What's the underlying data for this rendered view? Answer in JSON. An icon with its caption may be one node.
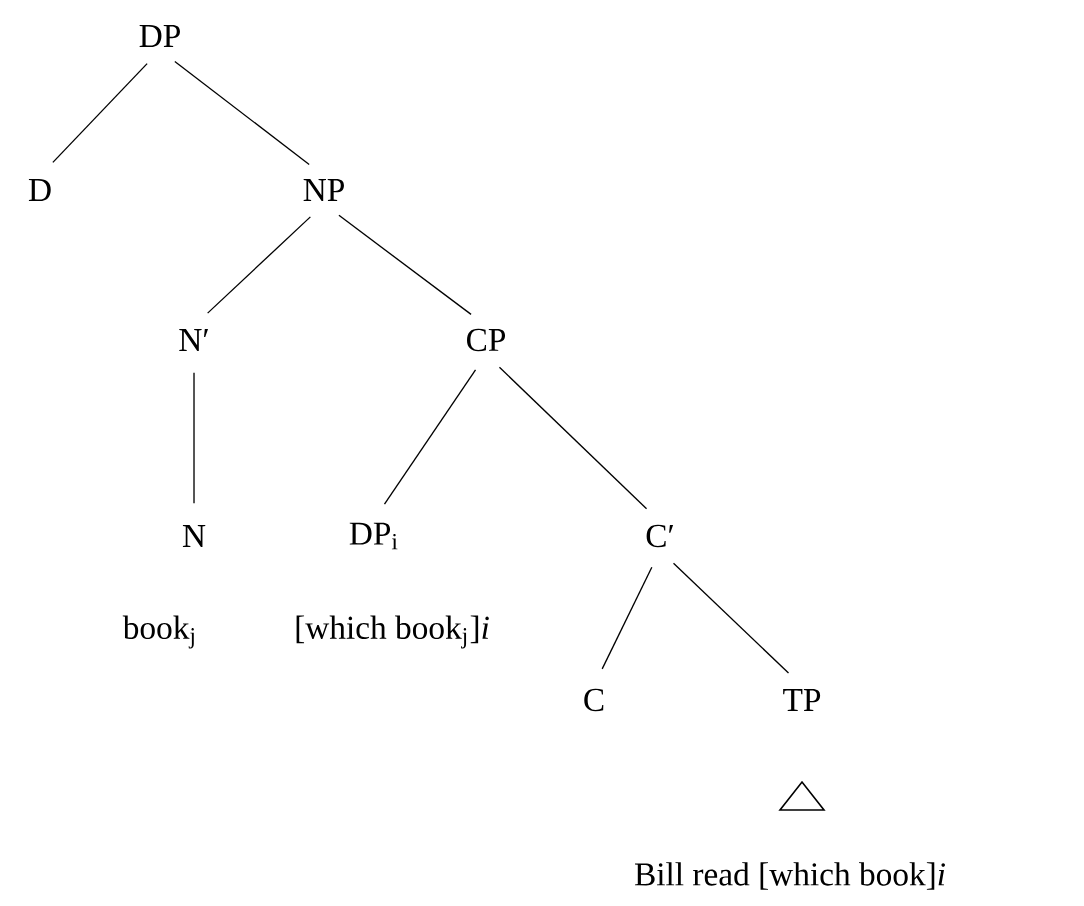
{
  "diagram": {
    "nodes": [
      {
        "text": [
          "DP"
        ]
      },
      {
        "text": [
          "D"
        ]
      },
      {
        "text": [
          "NP"
        ]
      },
      {
        "text": [
          "N′"
        ]
      },
      {
        "text": [
          "CP"
        ]
      },
      {
        "text": [
          "N"
        ],
        "beside": [
          "book$_{j}$"
        ]
      },
      {
        "text": [
          "DP$_{i}$"
        ],
        "beside": [
          "[which book$_{j}$]*i*"
        ]
      },
      {
        "text": [
          "C′"
        ]
      },
      {
        "text": [
          "C"
        ]
      },
      {
        "text": [
          "TP"
        ],
        "beside": [
          "Bill read [which book]*i*"
        ]
      }
    ],
    "edges": [
      {
        "from": 0,
        "to": 1,
        "arrow": "none"
      },
      {
        "from": 0,
        "to": 2,
        "arrow": "none"
      },
      {
        "from": 2,
        "to": 3,
        "arrow": "none"
      },
      {
        "from": 2,
        "to": 4,
        "arrow": "none"
      },
      {
        "from": 3,
        "to": 5,
        "arrow": "none"
      },
      {
        "from": 4,
        "to": 6,
        "arrow": "none"
      },
      {
        "from": 4,
        "to": 7,
        "arrow": "none"
      },
      {
        "from": 7,
        "to": 8,
        "arrow": "none"
      },
      {
        "from": 7,
        "to": 9,
        "arrow": "none"
      }
    ]
  }
}
